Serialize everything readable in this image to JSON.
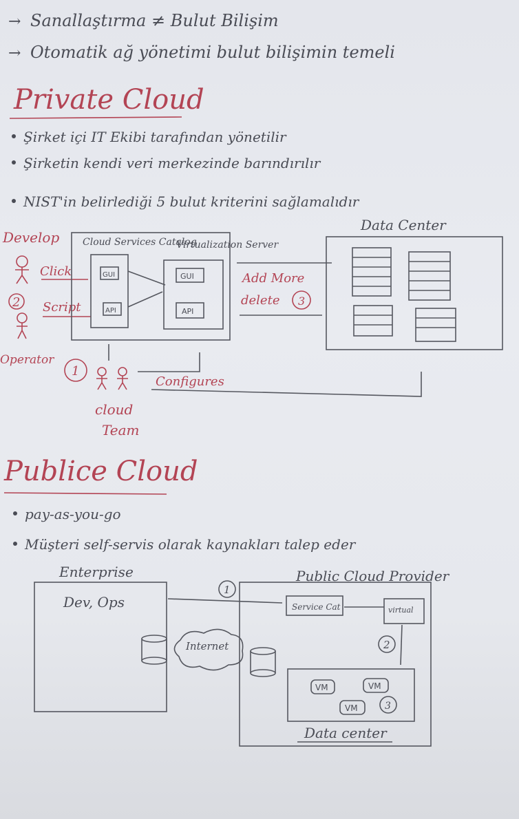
{
  "intro": [
    {
      "arrow": "→",
      "text": "Sanallaştırma ≠ Bulut Bilişim"
    },
    {
      "arrow": "→",
      "text": "Otomatik ağ yönetimi bulut bilişimin temeli"
    }
  ],
  "private": {
    "title": "Private Cloud",
    "bullets": [
      "Şirket içi IT Ekibi tarafından yönetilir",
      "Şirketin kendi veri merkezinde barındırılır",
      "NIST'in belirlediği 5 bulut kriterini sağlamalıdır"
    ],
    "diagram": {
      "develop": "Develop",
      "operator": "Operator",
      "click": "Click",
      "script": "Script",
      "num2": "2",
      "num1": "1",
      "catalog": "Cloud Services Catalog",
      "virt": "Virtualization Server",
      "box_a1": "GUI",
      "box_a2": "API",
      "box_b1": "GUI",
      "box_b2": "API",
      "add_more": "Add More",
      "delete": "delete",
      "num3": "3",
      "datacenter": "Data Center",
      "configures": "Configures",
      "team1": "cloud",
      "team2": "Team"
    }
  },
  "public": {
    "title": "Publice Cloud",
    "bullets": [
      "pay-as-you-go",
      "Müşteri self-servis olarak kaynakları talep eder"
    ],
    "diagram": {
      "enterprise": "Enterprise",
      "devops": "Dev, Ops",
      "internet": "Internet",
      "provider": "Public Cloud Provider",
      "service": "Service Cat",
      "virt": "virtual",
      "n1": "1",
      "n2": "2",
      "n3": "3",
      "vm": "VM",
      "datacenter": "Data center"
    }
  },
  "colors": {
    "ink": "#4a4c55",
    "red": "#b34454",
    "bg": "#e6e8ed"
  }
}
